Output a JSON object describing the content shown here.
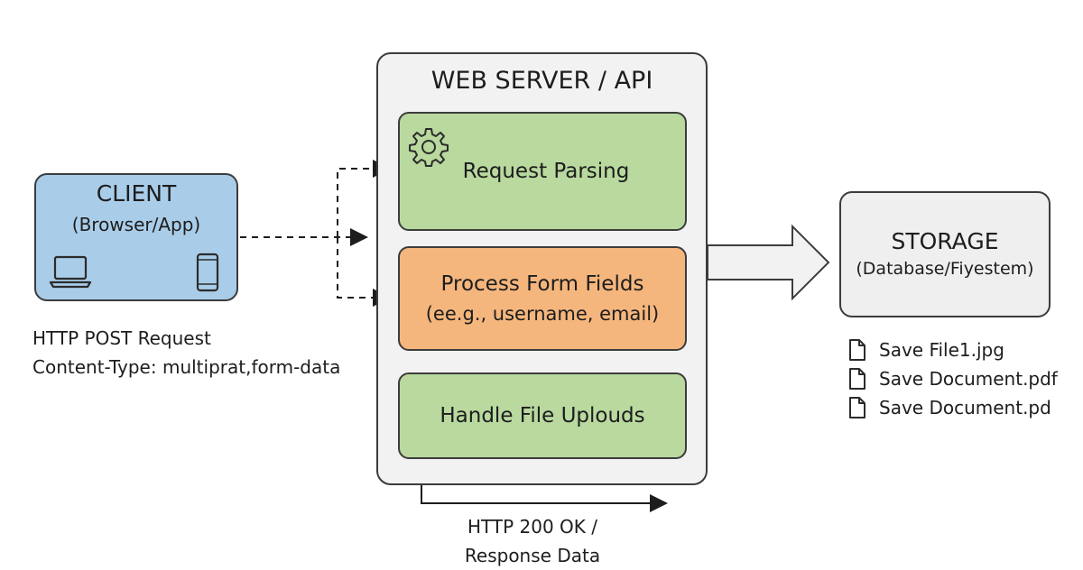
{
  "client": {
    "title": "CLIENT",
    "subtitle": "(Browser/App)",
    "caption_line1": "HTTP POST Request",
    "caption_line2": "Content-Type: multiprat,form-data"
  },
  "server": {
    "title": "WEB SERVER / API",
    "stages": [
      {
        "label": "Request Parsing",
        "color": "#b9d99f"
      },
      {
        "label": "Process Form Fields",
        "sub": "(ee.g., username, email)",
        "color": "#f5b67d"
      },
      {
        "label": "Handle File Uplouds",
        "color": "#b9d99f"
      }
    ]
  },
  "storage": {
    "title": "STORAGE",
    "subtitle": "(Database/Fiyestem)",
    "files": [
      "Save File1.jpg",
      "Save Document.pdf",
      "Save Document.pd"
    ]
  },
  "response": {
    "line1": "HTTP 200 OK /",
    "line2": "Response Data"
  },
  "icons": [
    "laptop-icon",
    "phone-icon",
    "gear-icon",
    "document-icon"
  ]
}
